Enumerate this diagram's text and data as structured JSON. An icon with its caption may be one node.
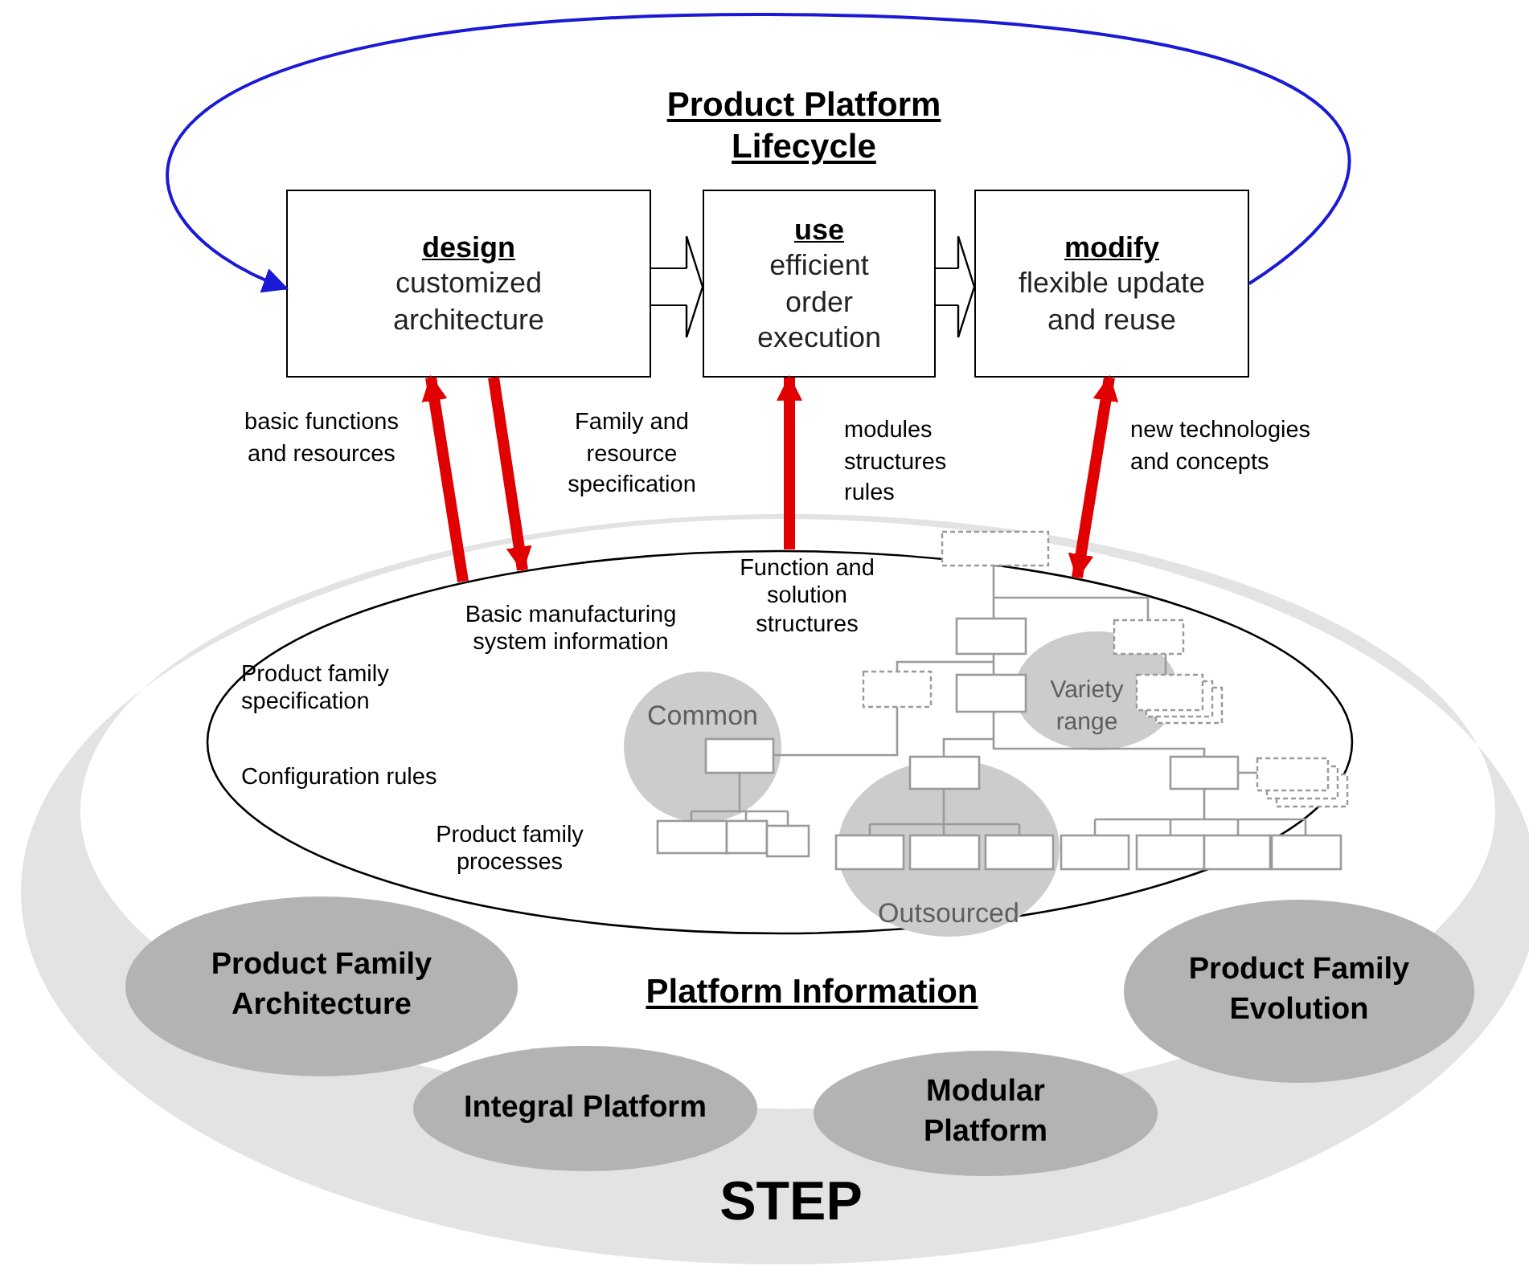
{
  "diagram": {
    "title": "Product Platform Lifecycle",
    "nodes": [
      {
        "text": [
          "design",
          "customized architecture"
        ]
      },
      {
        "text": [
          "use",
          "efficient order execution"
        ]
      },
      {
        "text": [
          "modify",
          "flexible update and reuse"
        ]
      },
      {
        "text": [
          "Product family specification",
          "Basic manufacturing system information",
          "Function and solution structures",
          "Configuration rules",
          "Product family processes"
        ],
        "in": 7
      },
      {
        "text": [
          "Common"
        ],
        "in": 3
      },
      {
        "text": [
          "Variety range"
        ],
        "in": 3
      },
      {
        "text": [
          "Outsourced"
        ],
        "in": 3
      },
      {
        "text": [
          "STEP"
        ]
      },
      {
        "text": [
          "Product Family Architecture"
        ],
        "in": 7
      },
      {
        "text": [
          "Product Family Evolution"
        ],
        "in": 7
      },
      {
        "text": [
          "Integral Platform"
        ],
        "in": 7
      },
      {
        "text": [
          "Modular Platform"
        ],
        "in": 7
      }
    ],
    "edges": [
      {
        "from": 0,
        "to": 1,
        "arrow": "to",
        "color": "#000000"
      },
      {
        "from": 1,
        "to": 2,
        "arrow": "to",
        "color": "#000000"
      },
      {
        "from": 2,
        "to": 0,
        "arrow": "to",
        "color": "#1a1ad6"
      },
      {
        "from": 3,
        "to": 0,
        "arrow": "to",
        "label": "basic functions and resources"
      },
      {
        "from": 0,
        "to": 3,
        "arrow": "to",
        "label": "Family and resource specification"
      },
      {
        "from": 3,
        "to": 1,
        "arrow": "to",
        "label": "modules structures rules"
      },
      {
        "from": 2,
        "to": 3,
        "arrow": "both",
        "label": "new technologies and concepts"
      }
    ],
    "labels": [
      "Platform Information"
    ]
  }
}
